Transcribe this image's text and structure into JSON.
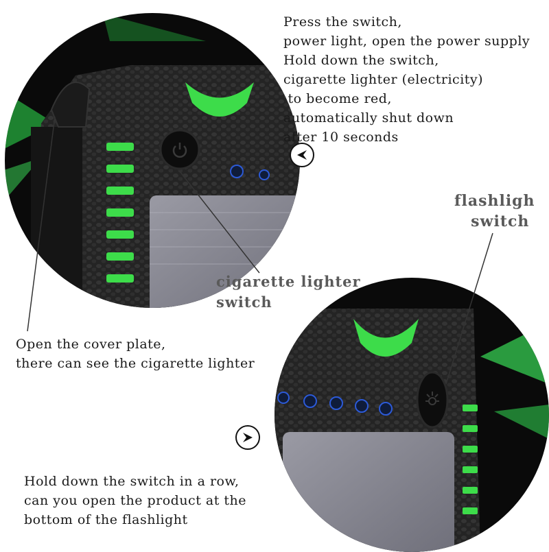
{
  "top_caption": {
    "lines": [
      "Press the switch,",
      "power light, open the power supply",
      "Hold down the switch,",
      "cigarette lighter (electricity)",
      " to become red,",
      "automatically shut down",
      "after 10 seconds"
    ]
  },
  "flashlight_label": {
    "lines": [
      "flashligh",
      "switch"
    ]
  },
  "lighter_label": {
    "lines": [
      "cigarette lighter",
      "switch"
    ]
  },
  "cover_caption": {
    "lines": [
      "Open the cover plate,",
      "there can see the cigarette lighter"
    ]
  },
  "bottom_caption": {
    "lines": [
      "Hold down the switch in a row,",
      "can you open the product at the",
      "bottom of the flashlight"
    ]
  },
  "icons": {
    "left_arrow": "arrow-left-circle-icon",
    "right_arrow": "arrow-right-circle-icon",
    "power": "power-icon",
    "flashlight": "flashlight-icon"
  },
  "colors": {
    "accent_green": "#3ddc4a",
    "case_dark": "#1e1e1e",
    "text": "#1a1a1a",
    "label_grey": "#5a5a5a"
  }
}
